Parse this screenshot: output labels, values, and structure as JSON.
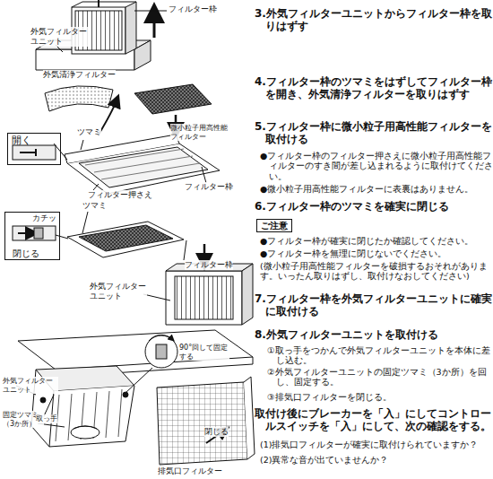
{
  "diagram": {
    "nodes": [
      {
        "text": [
          "開く"
        ]
      },
      {
        "text": [
          "カチッ",
          "閉じる"
        ]
      },
      {
        "text": [
          "ご注意"
        ]
      }
    ],
    "labels": [
      "フィルター枠",
      "外気フィルターユニット",
      "外気清浄フィルター",
      "ツマミ",
      "微小粒子用高性能フィルター",
      "フィルター押さえ",
      "フィルター枠",
      "ツマミ",
      "フィルター枠",
      "外気フィルターユニット",
      "90°回して固定する",
      "外気フィルターユニット",
      "固定ツマミ（3か所）",
      "取っ手",
      "閉じる",
      "排気口フィルター",
      "3.外気フィルターユニットからフィルター枠を取りはずす",
      "4.フィルター枠のツマミをはずしてフィルター枠を開き、外気清浄フィルターを取りはずす",
      "5.フィルター枠に微小粒子用高性能フィルターを取付ける",
      "●フィルター枠のフィルター押さえに微小粒子用高性能フィルターのすき間が差し込まれるように取付けてください。",
      "●微小粒子用高性能フィルターに表裏はありません。",
      "6.フィルター枠のツマミを確実に閉じる",
      "●フィルター枠が確実に閉じたか確認してください。",
      "●フィルター枠を無理に閉じないでください。",
      "(微小粒子用高性能フィルターを破損するおそれがあります。いったん取りはずし、取付けなおしてください)",
      "7.フィルター枠を外気フィルターユニットに確実に取付ける",
      "8.外気フィルターユニットを取付ける",
      "①取っ手をつかんで外気フィルターユニットを本体に差し込む。",
      "②外気フィルターユニットの固定ツマミ（3か所）を回し、固定する。",
      "③排気口フィルターを閉じる。",
      "取付け後にブレーカーを「入」にしてコントロールスイッチを「入」にして、次の確認をする。",
      "(1)排気口フィルターが確実に取付けられていますか？",
      "(2)異常な音が出ていませんか？"
    ]
  }
}
